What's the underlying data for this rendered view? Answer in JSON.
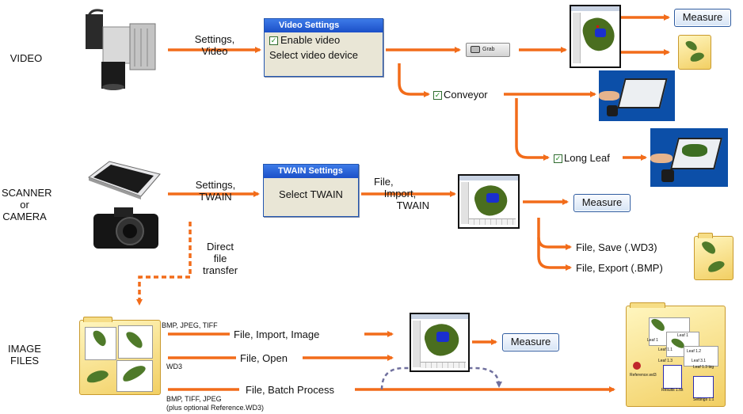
{
  "sections": {
    "video": "VIDEO",
    "scanner": [
      "SCANNER",
      "or",
      "CAMERA"
    ],
    "image_files": [
      "IMAGE",
      "FILES"
    ]
  },
  "video_row": {
    "settings_label": [
      "Settings,",
      "Video"
    ],
    "dialog_title": "Video Settings",
    "enable_video": "Enable video",
    "select_device": "Select video device",
    "grab_label": "Grab",
    "measure": "Measure",
    "conveyor": "Conveyor",
    "long_leaf": "Long Leaf"
  },
  "scanner_row": {
    "settings_label": [
      "Settings,",
      "TWAIN"
    ],
    "dialog_title": "TWAIN Settings",
    "select_twain": "Select TWAIN",
    "file_import": [
      "File,",
      "Import,",
      "TWAIN"
    ],
    "measure": "Measure",
    "save": "File, Save (.WD3)",
    "export": "File, Export (.BMP)",
    "direct": [
      "Direct",
      "file",
      "transfer"
    ]
  },
  "files_row": {
    "formats_1": "BMP, JPEG, TIFF",
    "import_image": "File, Import, Image",
    "measure": "Measure",
    "open": "File, Open",
    "formats_2": "WD3",
    "batch": "File, Batch Process",
    "formats_3": "BMP, TIFF, JPEG",
    "formats_3_note": "(plus optional Reference.WD3)"
  },
  "batch_folder_labels": [
    "Leaf 1",
    "Leaf 1",
    "Leaf 1.1",
    "Leaf 1.2",
    "Leaf 1.3",
    "Leaf 3.1",
    "Leaf 1.3 big",
    "Reference.wd3",
    "Results 1.txt",
    "Settings 1.1"
  ],
  "colors": {
    "arrow": "#f26c1a",
    "dashed_blue": "#6f6f9d",
    "dialog_title": "#2a62d8"
  },
  "icons": [
    "video-camera-icon",
    "flatbed-scanner-icon",
    "dslr-camera-icon",
    "folder-icon",
    "leaf-icon",
    "camera-grab-icon"
  ]
}
